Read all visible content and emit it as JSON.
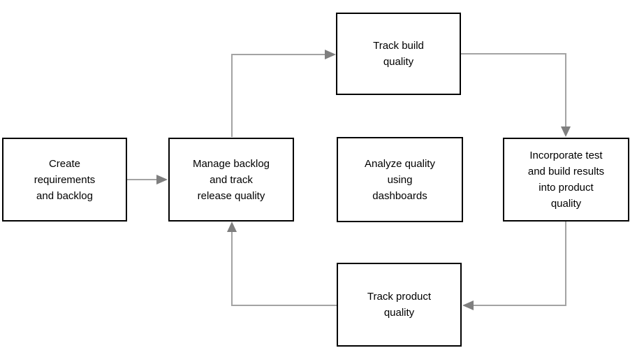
{
  "diagram": {
    "type": "flowchart",
    "colors": {
      "background": "#ffffff",
      "box_border": "#000000",
      "box_fill": "#ffffff",
      "text": "#000000",
      "arrow_line": "#a3a3a3",
      "arrow_head": "#7f7f7f"
    },
    "nodes": [
      {
        "id": "create-requirements",
        "label": "Create\nrequirements\nand backlog"
      },
      {
        "id": "manage-backlog",
        "label": "Manage backlog\nand track\nrelease quality"
      },
      {
        "id": "track-build-quality",
        "label": "Track build\nquality"
      },
      {
        "id": "analyze-quality",
        "label": "Analyze quality\nusing\ndashboards"
      },
      {
        "id": "incorporate-results",
        "label": "Incorporate test\nand build results\ninto product\nquality"
      },
      {
        "id": "track-product-quality",
        "label": "Track product\nquality"
      }
    ],
    "edges": [
      {
        "from": "create-requirements",
        "to": "manage-backlog"
      },
      {
        "from": "manage-backlog",
        "to": "track-build-quality"
      },
      {
        "from": "track-build-quality",
        "to": "incorporate-results"
      },
      {
        "from": "incorporate-results",
        "to": "track-product-quality"
      },
      {
        "from": "track-product-quality",
        "to": "manage-backlog"
      }
    ]
  }
}
